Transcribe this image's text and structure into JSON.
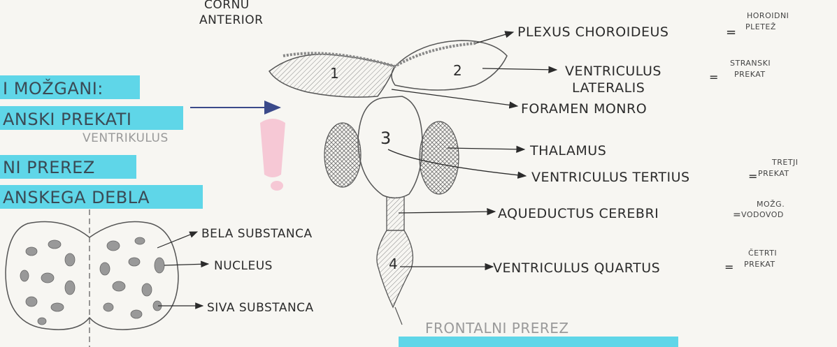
{
  "top_label": {
    "line1": "CORNU",
    "line2": "ANTERIOR"
  },
  "left_notes": {
    "heading": "I MOŽGANI:",
    "line1": "ANSKI PREKATI",
    "line1_sub": "VENTRIKULUS",
    "heading2": "NI PREREZ",
    "line2": "ANSKEGA DEBLA"
  },
  "ventricle_numbers": [
    "1",
    "2",
    "3",
    "4"
  ],
  "brain_labels": {
    "plexus": "PLEXUS CHOROIDEUS",
    "plexus_trans": [
      "HOROIDNI",
      "PLETEŽ"
    ],
    "ventriculus_lat_1": "VENTRICULUS",
    "ventriculus_lat_2": "LATERALIS",
    "ventriculus_lat_trans": [
      "STRANSKI",
      "PREKAT"
    ],
    "foramen": "FORAMEN MONRO",
    "thalamus": "THALAMUS",
    "tertius": "VENTRICULUS TERTIUS",
    "tertius_trans": [
      "TRETJI",
      "PREKAT"
    ],
    "aqueductus": "AQUEDUCTUS CEREBRI",
    "aqueductus_trans": [
      "MOŽG.",
      "VODOVOD"
    ],
    "quartus": "VENTRICULUS QUARTUS",
    "quartus_trans": [
      "ČETRTI",
      "PREKAT"
    ]
  },
  "equals": "=",
  "cross_section_labels": {
    "bela": "BELA SUBSTANCA",
    "nucleus": "NUCLEUS",
    "siva": "SIVA SUBSTANCA"
  },
  "bottom_note": "FRONTALNI PREREZ",
  "colors": {
    "highlight": "#5fd6e8",
    "pink": "#f6bfd0",
    "ink": "#2b2b2b",
    "arrow_blue": "#3b4a8a"
  }
}
